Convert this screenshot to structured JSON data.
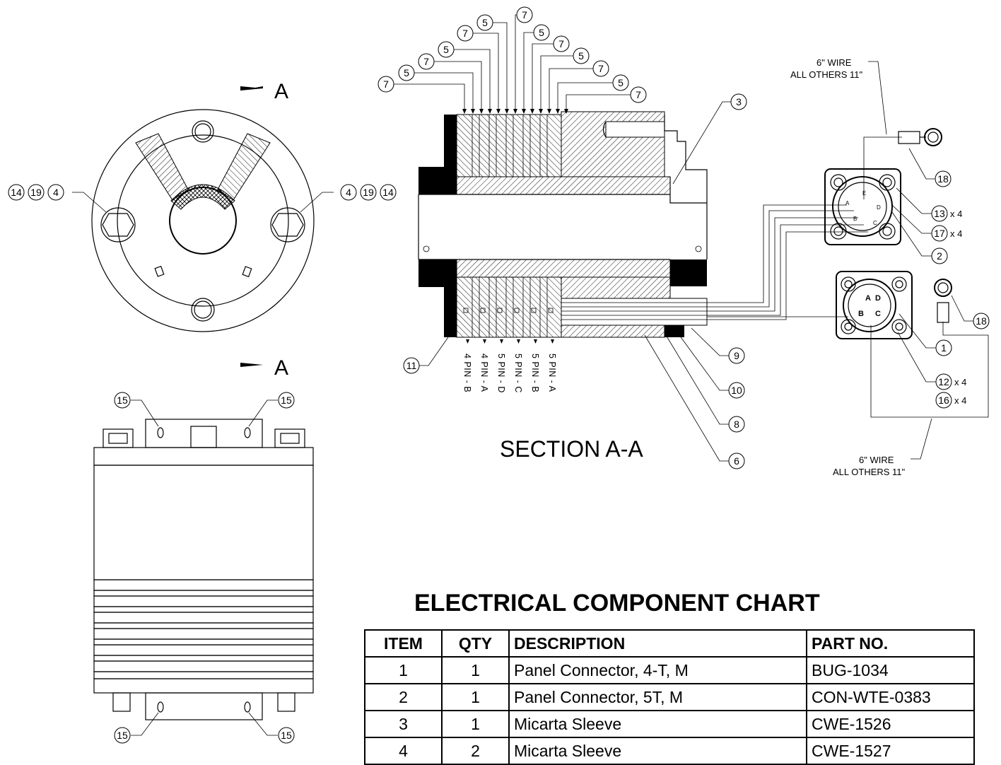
{
  "view_labels": {
    "section_marker_top": "A",
    "section_marker_bottom": "A",
    "section_title": "SECTION A-A"
  },
  "wire_notes": {
    "top_line1": "6\" WIRE",
    "top_line2": "ALL OTHERS 11\"",
    "bottom_line1": "6\" WIRE",
    "bottom_line2": "ALL OTHERS 11\""
  },
  "front_view_balloons": {
    "left": [
      "14",
      "19",
      "4"
    ],
    "right": [
      "4",
      "19",
      "14"
    ]
  },
  "side_view_balloons": [
    "15",
    "15",
    "15",
    "15"
  ],
  "section_top_balloons": [
    "7",
    "5",
    "7",
    "5",
    "7",
    "5",
    "7",
    "5",
    "7",
    "5",
    "7",
    "5",
    "7"
  ],
  "section_callouts": [
    "3",
    "18",
    "13",
    "17",
    "2",
    "18",
    "1",
    "12",
    "16",
    "9",
    "10",
    "8",
    "6",
    "11"
  ],
  "quantity_marks": {
    "q13": "x 4",
    "q17": "x 4",
    "q12": "x 4",
    "q16": "x 4"
  },
  "connector_pins": {
    "c5": [
      "A",
      "E",
      "B",
      "D",
      "C"
    ],
    "c4": [
      "A",
      "D",
      "B",
      "C"
    ]
  },
  "pin_labels": [
    "4 PIN - B",
    "4 PIN - A",
    "5 PIN - D",
    "5 PIN - C",
    "5 PIN - B",
    "5 PIN - A"
  ],
  "chart": {
    "title": "ELECTRICAL COMPONENT CHART",
    "headers": {
      "item": "ITEM",
      "qty": "QTY",
      "description": "DESCRIPTION",
      "part": "PART NO."
    },
    "rows": [
      {
        "item": "1",
        "qty": "1",
        "description": "Panel Connector, 4-T, M",
        "part": "BUG-1034"
      },
      {
        "item": "2",
        "qty": "1",
        "description": "Panel Connector, 5T, M",
        "part": "CON-WTE-0383"
      },
      {
        "item": "3",
        "qty": "1",
        "description": "Micarta Sleeve",
        "part": "CWE-1526"
      },
      {
        "item": "4",
        "qty": "2",
        "description": "Micarta Sleeve",
        "part": "CWE-1527"
      }
    ]
  }
}
